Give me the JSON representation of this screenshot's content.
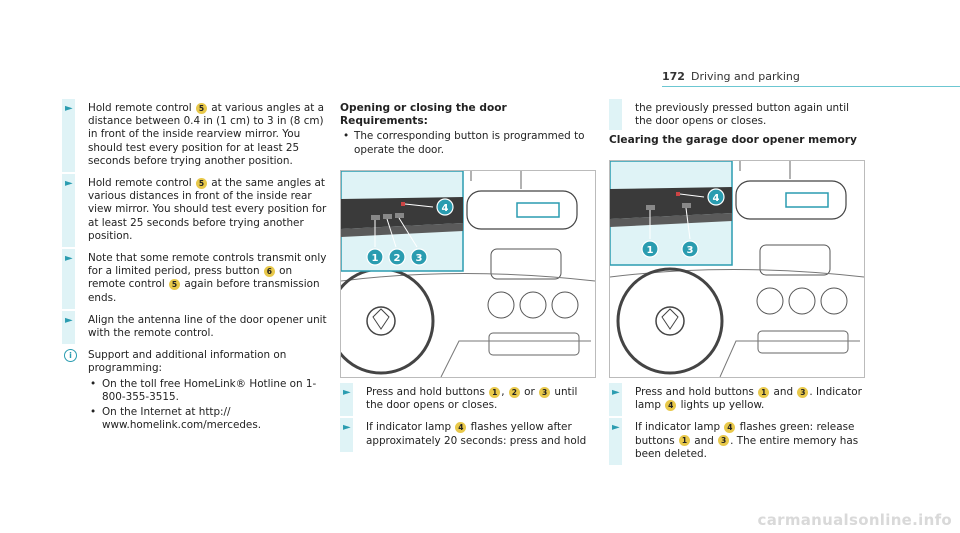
{
  "header": {
    "page_number": "172",
    "section": "Driving and parking"
  },
  "col1": {
    "step1": [
      "Hold remote control ",
      "5",
      " at various angles at a distance between 0.4 in (1 cm) to 3 in (8 cm) in front of the inside rearview mirror. You should test every position for at least 25 seconds before trying another position."
    ],
    "step2": [
      "Hold remote control ",
      "5",
      " at the same angles at various distances in front of the inside rear view mirror. You should test every position for at least 25 seconds before trying another position."
    ],
    "step3": [
      "Note that some remote controls transmit only for a limited period, press button ",
      "6",
      " on remote control ",
      "5",
      " again before transmission ends."
    ],
    "step4": "Align the antenna line of the door opener unit with the remote control.",
    "note": "Support and additional information on programming:",
    "bullets": [
      "On the toll free HomeLink® Hotline on 1-800-355-3515.",
      "On the Internet at http:// www.homelink.com/mercedes."
    ]
  },
  "col2": {
    "heading": "Opening or closing the door",
    "requirements": "Requirements:",
    "req_item": "The corresponding button is programmed to operate the door.",
    "step1": [
      "Press and hold buttons ",
      "1",
      ", ",
      "2",
      " or ",
      "3",
      " until the door opens or closes."
    ],
    "step2": [
      "If indicator lamp ",
      "4",
      " flashes yellow after approximately 20 seconds: press and hold"
    ]
  },
  "col3": {
    "continuation": "the previously pressed button again until the door opens or closes.",
    "heading": "Clearing the garage door opener memory",
    "step1": [
      "Press and hold buttons ",
      "1",
      " and ",
      "3",
      ". Indicator lamp ",
      "4",
      " lights up yellow."
    ],
    "step2": [
      "If indicator lamp ",
      "4",
      " flashes green: release buttons ",
      "1",
      " and ",
      "3",
      ". The entire memory has been deleted."
    ]
  },
  "figure1": {
    "callouts": [
      "1",
      "2",
      "3",
      "4"
    ]
  },
  "figure2": {
    "callouts": [
      "1",
      "3",
      "4"
    ]
  },
  "watermark": "carmanualsonline.info",
  "colors": {
    "accent": "#2a9cb0",
    "callout": "#e8c84a",
    "step_bar": "#dff3f6"
  }
}
